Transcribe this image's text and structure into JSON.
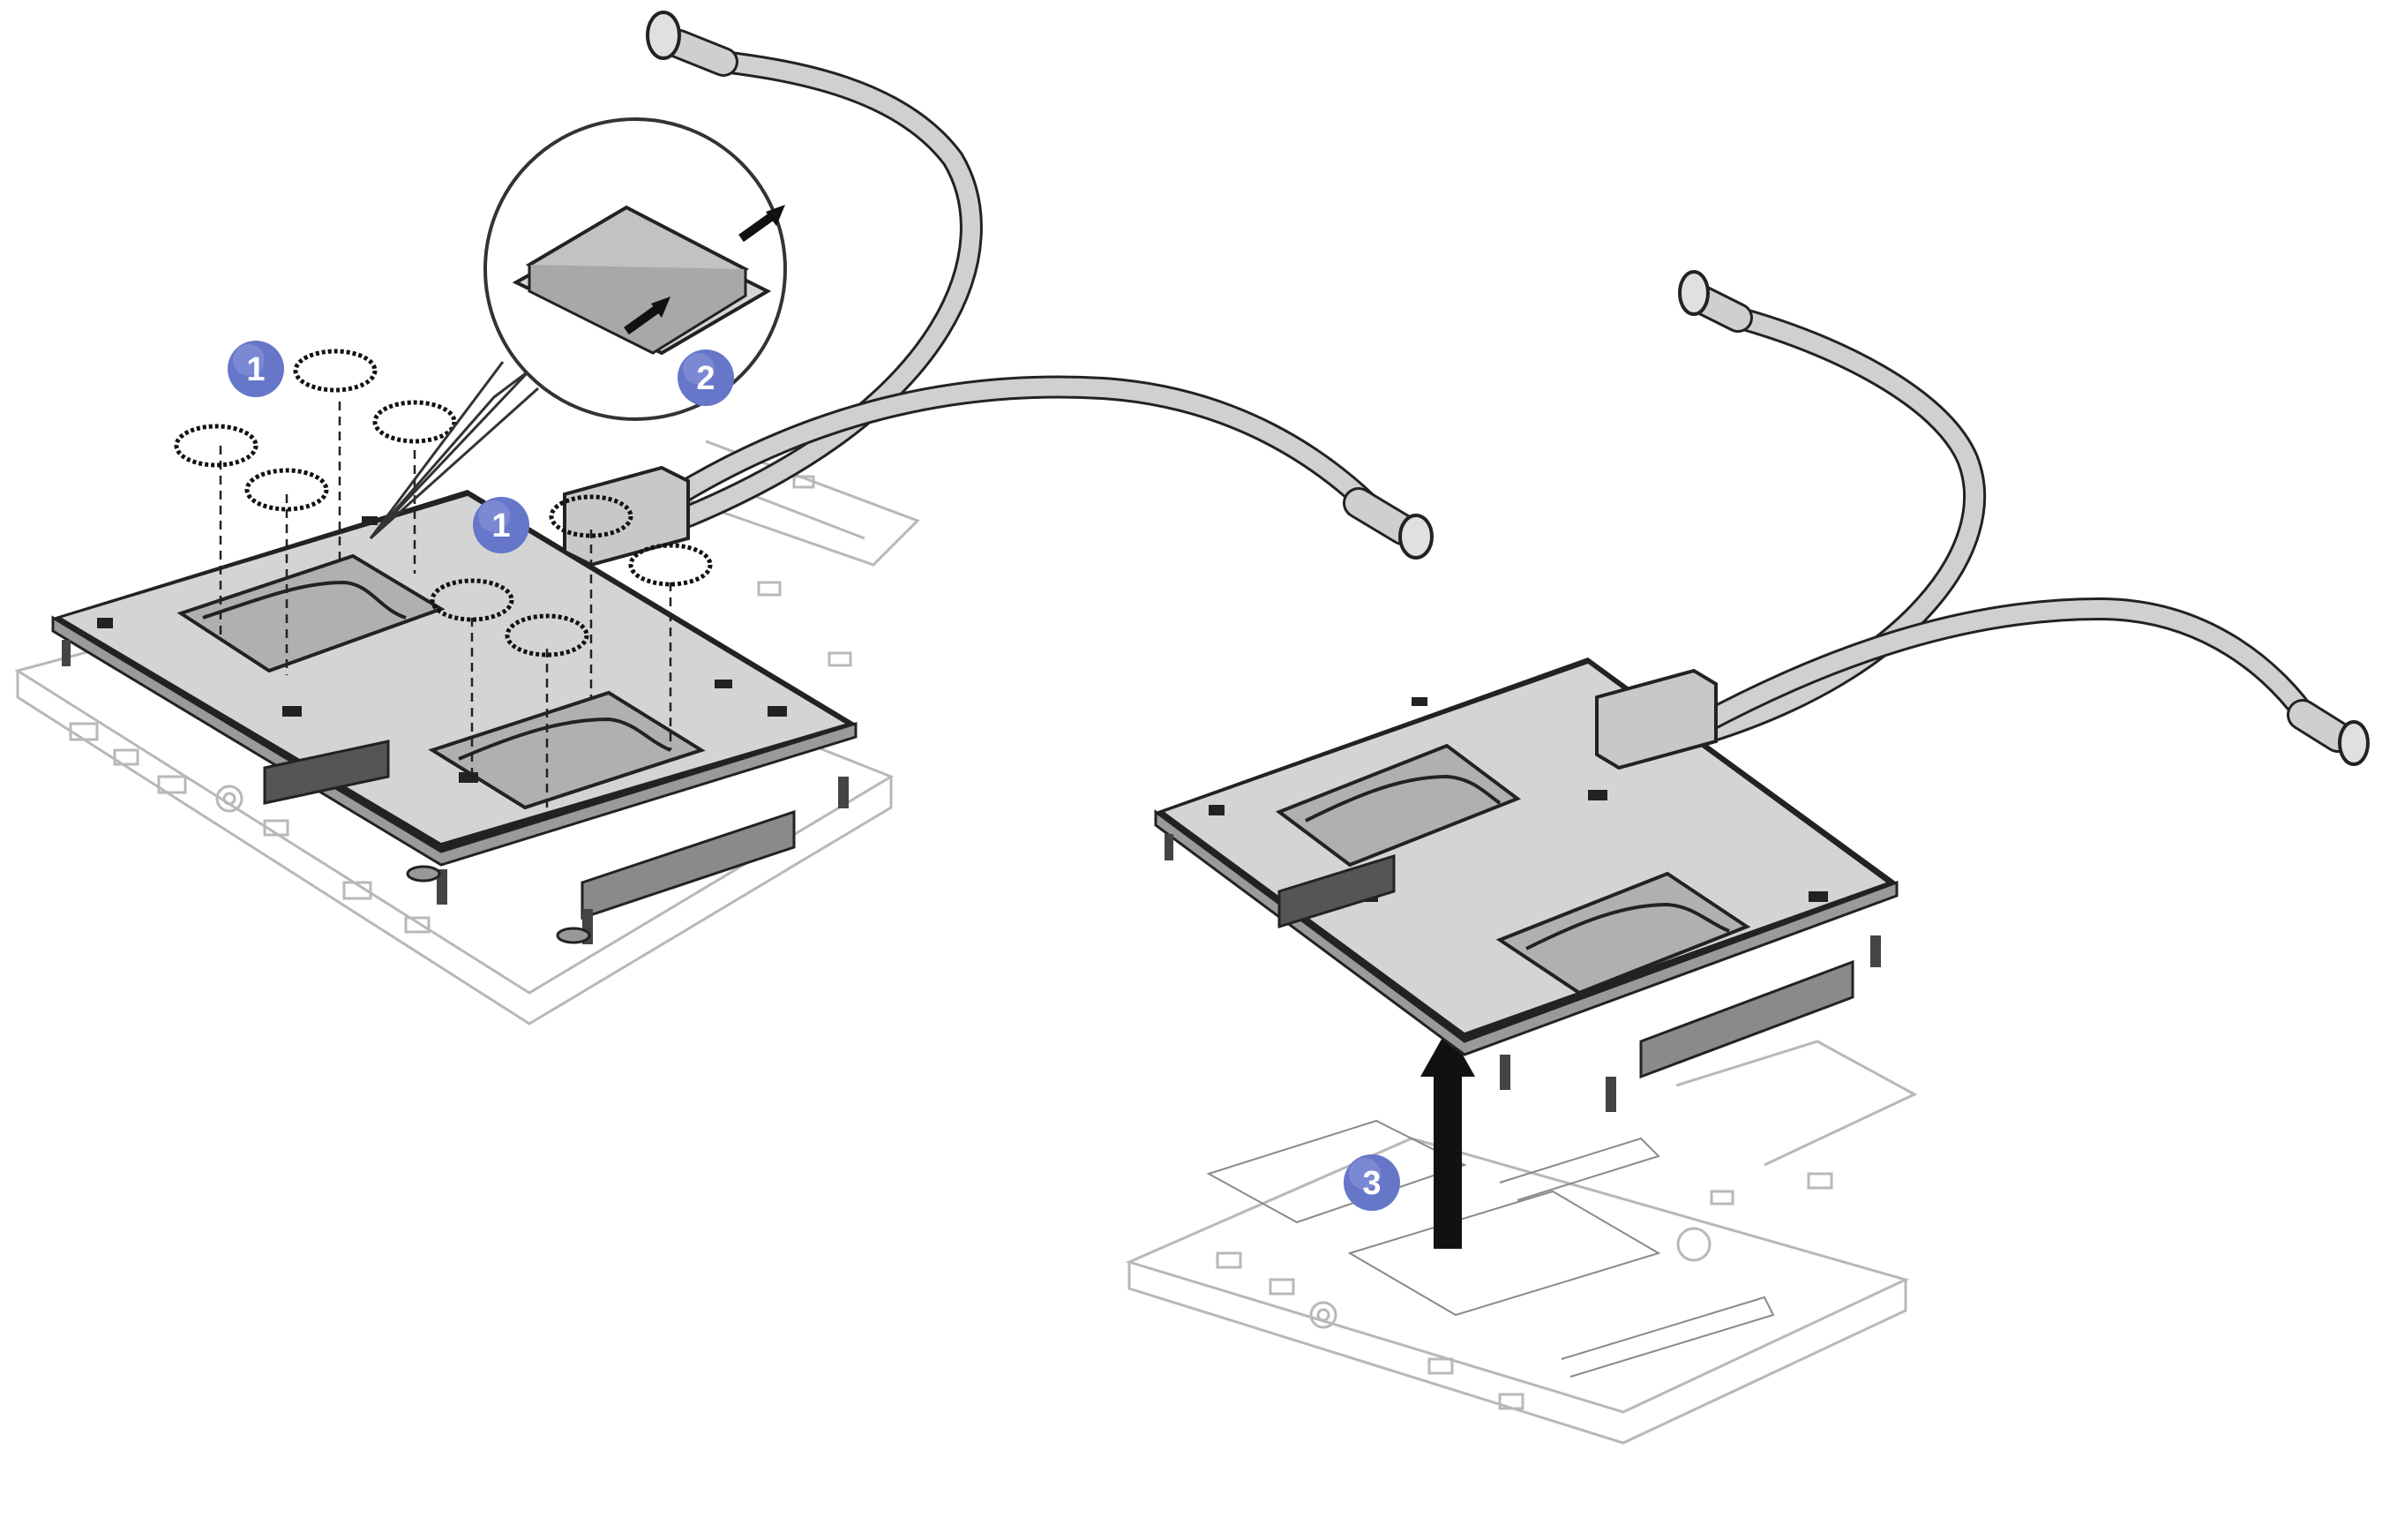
{
  "diagram": {
    "callouts": [
      {
        "id": "step1a",
        "label": "1"
      },
      {
        "id": "step1b",
        "label": "1"
      },
      {
        "id": "step2",
        "label": "2"
      },
      {
        "id": "step3",
        "label": "3"
      }
    ]
  },
  "colors": {
    "callout_fill": "#6676c9",
    "callout_highlight": "#8f9ce0",
    "plate_fill": "#d2d2d2",
    "plate_stroke": "#2a2a2a",
    "board_stroke": "#b8b8b8",
    "hose_fill": "#d0d0d0",
    "arrow_fill": "#111111"
  },
  "icons": [
    "rotate-screw-icon",
    "lift-arrow-icon",
    "magnifier-detail-icon"
  ]
}
